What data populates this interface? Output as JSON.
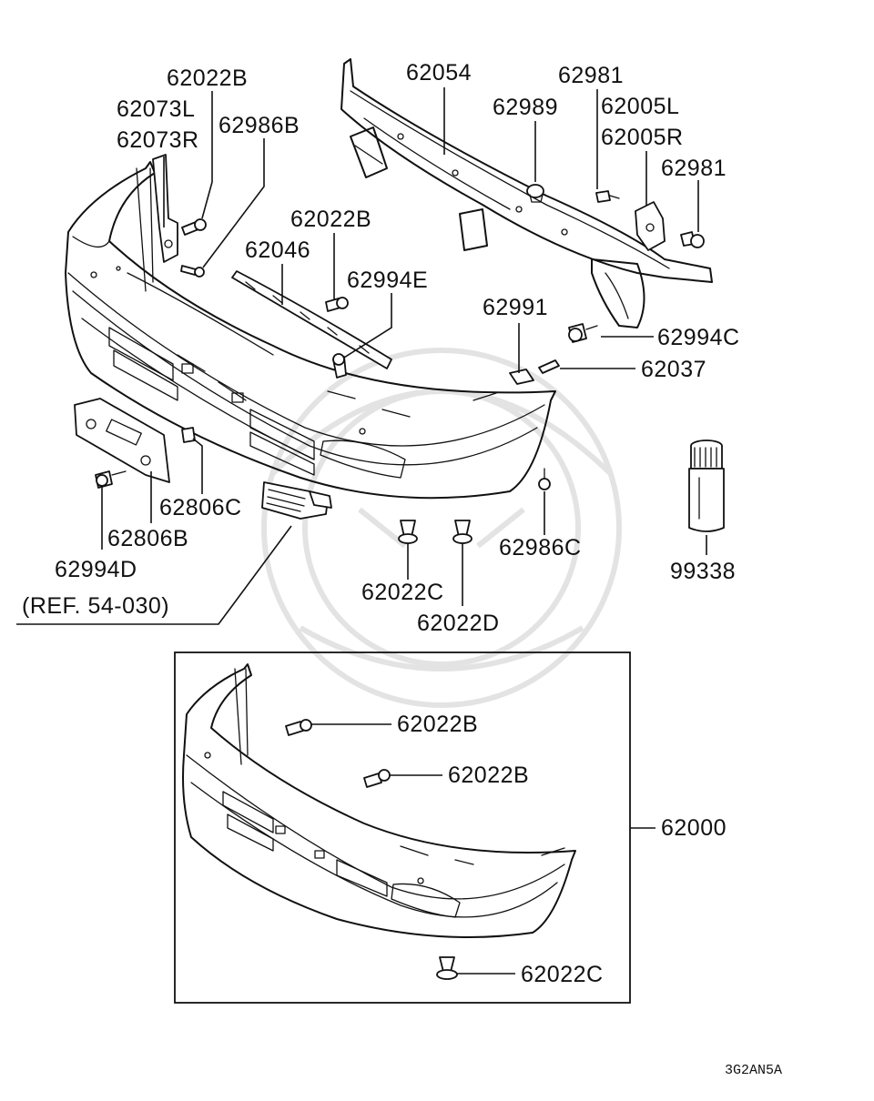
{
  "labels": {
    "p62022B_top": "62022B",
    "p62073L": "62073L",
    "p62073R": "62073R",
    "p62986B": "62986B",
    "p62054": "62054",
    "p62989": "62989",
    "p62981_top": "62981",
    "p62005L": "62005L",
    "p62005R": "62005R",
    "p62981_mid": "62981",
    "p62022B_mid": "62022B",
    "p62046": "62046",
    "p62994E": "62994E",
    "p62991": "62991",
    "p62994C": "62994C",
    "p62037": "62037",
    "p62806C": "62806C",
    "p62806B": "62806B",
    "p62994D": "62994D",
    "ref": "(REF. 54-030)",
    "p62986C": "62986C",
    "p62022C_left": "62022C",
    "p62022D": "62022D",
    "p99338": "99338",
    "p62022B_box1": "62022B",
    "p62022B_box2": "62022B",
    "p62000": "62000",
    "p62022C_box": "62022C",
    "diagram_code": "3G2AN5A"
  }
}
